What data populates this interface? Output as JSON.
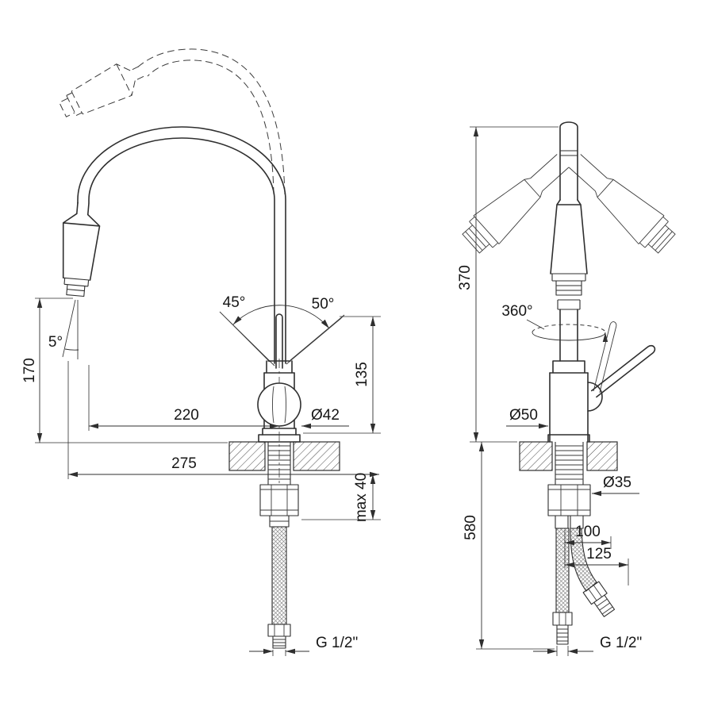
{
  "drawing": {
    "background": "#ffffff",
    "line_color": "#2f2f2f",
    "text_color": "#161616",
    "subject": "pull-down-kitchen-faucet",
    "front_view": {
      "name": "front-view",
      "dimensions": {
        "height_to_spout": "170",
        "tilt_angle": "5°",
        "handle_angle_left": "45°",
        "handle_angle_right": "50°",
        "body_diameter": "Ø42",
        "spout_reach": "220",
        "overall_reach": "275",
        "handle_height": "135",
        "max_mount_thickness": "max 40",
        "thread": "G 1/2\""
      }
    },
    "side_view": {
      "name": "side-view",
      "dimensions": {
        "height_above_counter": "370",
        "swivel_angle": "360°",
        "base_diameter": "Ø50",
        "shank_diameter": "Ø35",
        "hose_length": "580",
        "hose_offset_1": "100",
        "hose_offset_2": "125",
        "thread": "G 1/2\""
      }
    }
  }
}
